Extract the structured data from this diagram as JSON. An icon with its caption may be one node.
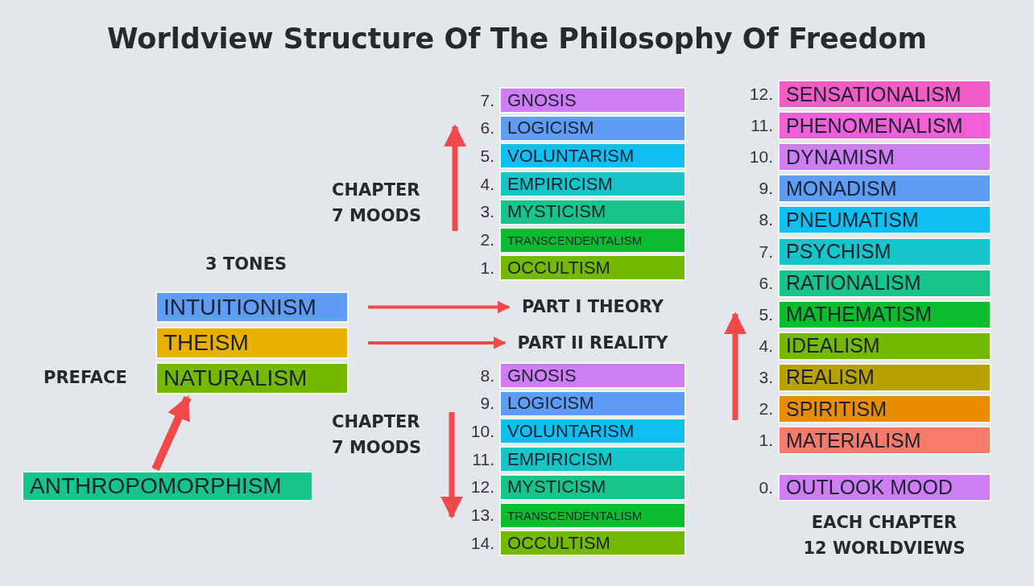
{
  "diagram": {
    "title": "Worldview Structure Of The Philosophy Of Freedom",
    "nodes": [
      {
        "text": [
          "INTUITIONISM"
        ]
      },
      {
        "text": [
          "THEISM"
        ]
      },
      {
        "text": [
          "NATURALISM"
        ]
      },
      {
        "text": [
          "ANTHROPOMORPHISM"
        ]
      },
      {
        "text": [
          "PART I THEORY"
        ]
      },
      {
        "text": [
          "PART II REALITY"
        ]
      },
      {
        "text": [
          "GNOSIS"
        ],
        "beside": [
          "7."
        ]
      },
      {
        "text": [
          "LOGICISM"
        ],
        "beside": [
          "6."
        ]
      },
      {
        "text": [
          "VOLUNTARISM"
        ],
        "beside": [
          "5."
        ]
      },
      {
        "text": [
          "EMPIRICISM"
        ],
        "beside": [
          "4."
        ]
      },
      {
        "text": [
          "MYSTICISM"
        ],
        "beside": [
          "3."
        ]
      },
      {
        "text": [
          "TRANSCENDENTALISM"
        ],
        "beside": [
          "2."
        ]
      },
      {
        "text": [
          "OCCULTISM"
        ],
        "beside": [
          "1."
        ]
      },
      {
        "text": [
          "GNOSIS"
        ],
        "beside": [
          "8."
        ]
      },
      {
        "text": [
          "LOGICISM"
        ],
        "beside": [
          "9."
        ]
      },
      {
        "text": [
          "VOLUNTARISM"
        ],
        "beside": [
          "10."
        ]
      },
      {
        "text": [
          "EMPIRICISM"
        ],
        "beside": [
          "11."
        ]
      },
      {
        "text": [
          "MYSTICISM"
        ],
        "beside": [
          "12."
        ]
      },
      {
        "text": [
          "TRANSCENDENTALISM"
        ],
        "beside": [
          "13."
        ]
      },
      {
        "text": [
          "OCCULTISM"
        ],
        "beside": [
          "14."
        ]
      },
      {
        "text": [
          "SENSATIONALISM"
        ],
        "beside": [
          "12."
        ]
      },
      {
        "text": [
          "PHENOMENALISM"
        ],
        "beside": [
          "11."
        ]
      },
      {
        "text": [
          "DYNAMISM"
        ],
        "beside": [
          "10."
        ]
      },
      {
        "text": [
          "MONADISM"
        ],
        "beside": [
          "9."
        ]
      },
      {
        "text": [
          "PNEUMATISM"
        ],
        "beside": [
          "8."
        ]
      },
      {
        "text": [
          "PSYCHISM"
        ],
        "beside": [
          "7."
        ]
      },
      {
        "text": [
          "RATIONALISM"
        ],
        "beside": [
          "6."
        ]
      },
      {
        "text": [
          "MATHEMATISM"
        ],
        "beside": [
          "5."
        ]
      },
      {
        "text": [
          "IDEALISM"
        ],
        "beside": [
          "4."
        ]
      },
      {
        "text": [
          "REALISM"
        ],
        "beside": [
          "3."
        ]
      },
      {
        "text": [
          "SPIRITISM"
        ],
        "beside": [
          "2."
        ]
      },
      {
        "text": [
          "MATERIALISM"
        ],
        "beside": [
          "1."
        ]
      },
      {
        "text": [
          "OUTLOOK MOOD"
        ],
        "beside": [
          "0."
        ]
      }
    ],
    "edges": [
      {
        "from": 3,
        "to": 2,
        "arrow": "to",
        "style": "thick"
      },
      {
        "from": 0,
        "to": 4,
        "arrow": "to"
      },
      {
        "from": 1,
        "to": 5,
        "arrow": "to"
      }
    ],
    "labels": [
      "CHAPTER 7 MOODS",
      "3 TONES",
      "PREFACE",
      "CHAPTER 7 MOODS",
      "EACH CHAPTER 12 WORLDVIEWS"
    ]
  }
}
